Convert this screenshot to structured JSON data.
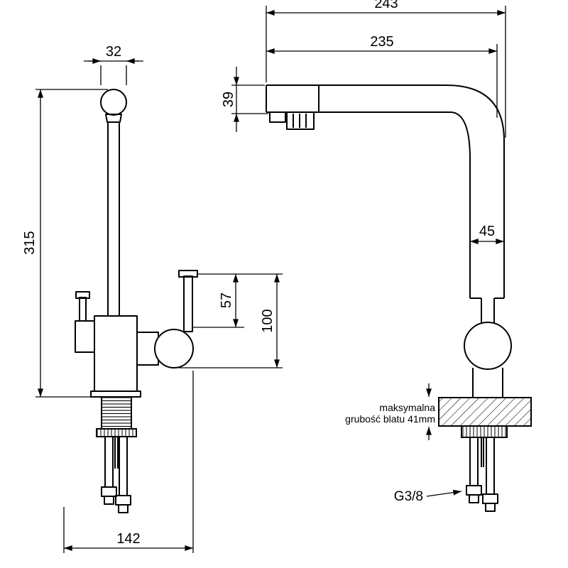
{
  "drawing": {
    "background": "#ffffff",
    "ink": "#000000",
    "front_view": {
      "dim_head_width": "32",
      "dim_overall_height": "315",
      "dim_lever_height": "57",
      "dim_handle_assembly_height": "100",
      "dim_base_depth": "142"
    },
    "side_view": {
      "dim_overall_depth": "243",
      "dim_spout_reach": "235",
      "dim_spout_end_height": "39",
      "dim_column_width": "45",
      "counter_note_line1": "maksymalna",
      "counter_note_line2": "grubość blatu 41mm",
      "thread_label": "G3/8"
    }
  }
}
